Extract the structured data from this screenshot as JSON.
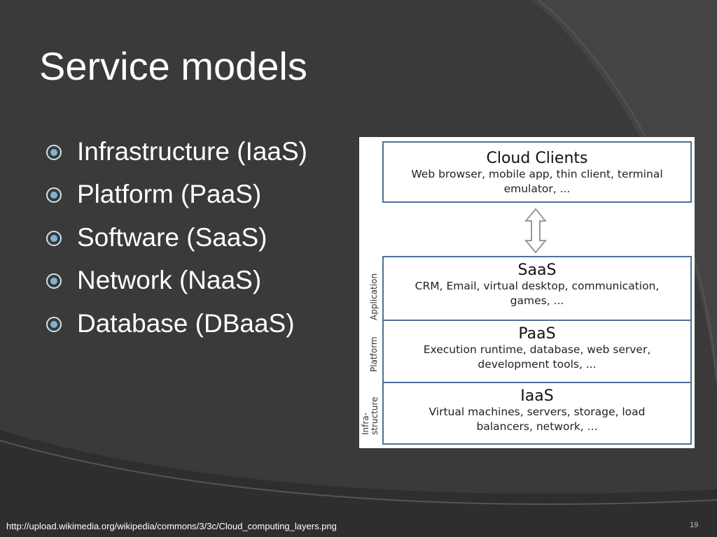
{
  "slide": {
    "title": "Service models",
    "page_number": "19",
    "source_url": "http://upload.wikimedia.org/wikipedia/commons/3/3c/Cloud_computing_layers.png"
  },
  "bullets": [
    {
      "text": "Infrastructure (IaaS)"
    },
    {
      "text": "Platform (PaaS)"
    },
    {
      "text": "Software (SaaS)"
    },
    {
      "text": "Network (NaaS)"
    },
    {
      "text": "Database (DBaaS)"
    }
  ],
  "diagram": {
    "clients": {
      "title": "Cloud Clients",
      "desc_line1": "Web browser, mobile app, thin client, terminal",
      "desc_line2": "emulator, ..."
    },
    "saas": {
      "title": "SaaS",
      "desc_line1": "CRM, Email, virtual desktop, communication,",
      "desc_line2": "games, ...",
      "side_label": "Application"
    },
    "paas": {
      "title": "PaaS",
      "desc_line1": "Execution runtime, database, web server,",
      "desc_line2": "development tools, ...",
      "side_label": "Platform"
    },
    "iaas": {
      "title": "IaaS",
      "desc_line1": "Virtual machines, servers, storage, load",
      "desc_line2": "balancers, network, ...",
      "side_label_line1": "Infra-",
      "side_label_line2": "structure"
    }
  },
  "colors": {
    "background": "#3a3a3a",
    "bullet_accent": "#7fb3d5",
    "box_border": "#4e6f9a"
  },
  "icons": {
    "bullet": "target-bullet-icon",
    "arrow": "double-arrow-icon"
  }
}
